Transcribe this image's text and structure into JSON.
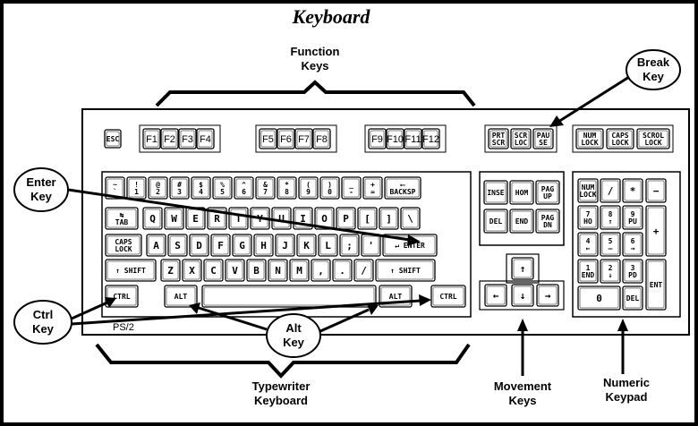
{
  "title": "Keyboard",
  "model": "PS/2",
  "callouts": {
    "function_keys": [
      "Function",
      "Keys"
    ],
    "break_key": [
      "Break",
      "Key"
    ],
    "enter_key": [
      "Enter",
      "Key"
    ],
    "ctrl_key": [
      "Ctrl",
      "Key"
    ],
    "alt_key": [
      "Alt",
      "Key"
    ],
    "typewriter": [
      "Typewriter",
      "Keyboard"
    ],
    "movement": [
      "Movement",
      "Keys"
    ],
    "numeric": [
      "Numeric",
      "Keypad"
    ]
  },
  "keys": {
    "esc": "ESC",
    "f": [
      "F1",
      "F2",
      "F3",
      "F4",
      "F5",
      "F6",
      "F7",
      "F8",
      "F9",
      "F10",
      "F11",
      "F12"
    ],
    "prt": [
      "PRT",
      "SCR"
    ],
    "scr": [
      "SCR",
      "LOC"
    ],
    "pau": [
      "PAU",
      "SE"
    ],
    "numlock": [
      "NUM",
      "LOCK"
    ],
    "capslock": [
      "CAPS",
      "LOCK"
    ],
    "scrolllock": [
      "SCROL",
      "LOCK"
    ],
    "num_row_top": [
      "~",
      "!",
      "@",
      "#",
      "$",
      "%",
      "^",
      "&",
      "*",
      "(",
      ")",
      "_",
      "+"
    ],
    "num_row_bot": [
      "`",
      "1",
      "2",
      "3",
      "4",
      "5",
      "6",
      "7",
      "8",
      "9",
      "0",
      "-",
      "="
    ],
    "backsp": "BACKSP",
    "tab": "TAB",
    "qrow": [
      "Q",
      "W",
      "E",
      "R",
      "T",
      "Y",
      "U",
      "I",
      "O",
      "P",
      "[",
      "]",
      "\\"
    ],
    "caps": [
      "CAPS",
      "LOCK"
    ],
    "arow": [
      "A",
      "S",
      "D",
      "F",
      "G",
      "H",
      "J",
      "K",
      "L",
      ";",
      "'"
    ],
    "enter": "ENTER",
    "shift": "SHIFT",
    "zrow": [
      "Z",
      "X",
      "C",
      "V",
      "B",
      "N",
      "M",
      ",",
      ".",
      "/"
    ],
    "ctrl": "CTRL",
    "alt": "ALT",
    "insert": "INSE",
    "home": "HOM",
    "pgup": [
      "PAG",
      "UP"
    ],
    "del": "DEL",
    "end": "END",
    "pgdn": [
      "PAG",
      "DN"
    ],
    "arrows": [
      "↑",
      "←",
      "↓",
      "→"
    ],
    "numpad": {
      "r1": [
        "NUM\nLOCK",
        "/",
        "*",
        "−"
      ],
      "r2": [
        [
          "7",
          "HO"
        ],
        [
          "8",
          "↑"
        ],
        [
          "9",
          "PU"
        ]
      ],
      "plus": "+",
      "r3": [
        [
          "4",
          "←"
        ],
        [
          "5",
          "—"
        ],
        [
          "6",
          "→"
        ]
      ],
      "r4": [
        [
          "1",
          "END"
        ],
        [
          "2",
          "↓"
        ],
        [
          "3",
          "PD"
        ]
      ],
      "ent": "ENT",
      "zero": "0",
      "ndel": "DEL"
    }
  }
}
